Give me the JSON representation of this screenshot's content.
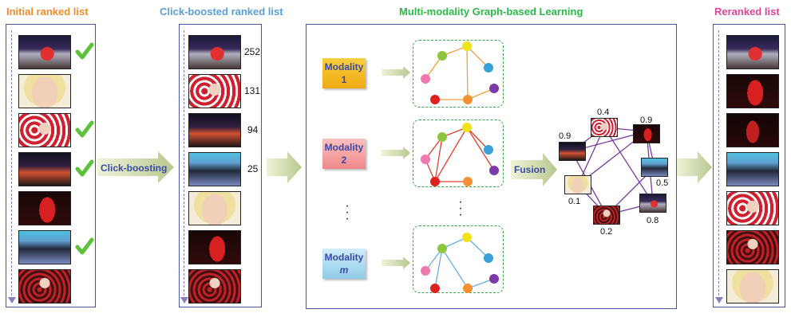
{
  "titles": {
    "initial": "Initial ranked list",
    "click_boosted": "Click-boosted ranked list",
    "graph_learning": "Multi-modality Graph-based Learning",
    "reranked": "Reranked list"
  },
  "arrows": {
    "click_boosting": "Click-boosting",
    "fusion": "Fusion"
  },
  "click_counts": [
    "252",
    "131",
    "94",
    "25"
  ],
  "modalities": [
    {
      "line1": "Modality",
      "line2": "1"
    },
    {
      "line1": "Modality",
      "line2": "2"
    },
    {
      "line1": "Modality",
      "line2": "m"
    }
  ],
  "fusion_scores": [
    "0.9",
    "0.4",
    "0.9",
    "0.5",
    "0.1",
    "0.2",
    "0.8"
  ],
  "colors": {
    "initial_title": "#f28c2a",
    "click_title": "#5aa0d8",
    "graph_title": "#2db84a",
    "reranked_title": "#e0459a",
    "frame": "#4a55a8",
    "check": "#5cc23a",
    "modality1": "#f5b820",
    "modality2": "#f6a0a0",
    "modalitym": "#a8d8f0",
    "edges1": "#f0a040",
    "edges2": "#e04030",
    "edgesm": "#6ab0e0",
    "fusion_edges": "#7a3aa0"
  },
  "icons": {
    "check": "check-icon",
    "node": "graph-node"
  }
}
